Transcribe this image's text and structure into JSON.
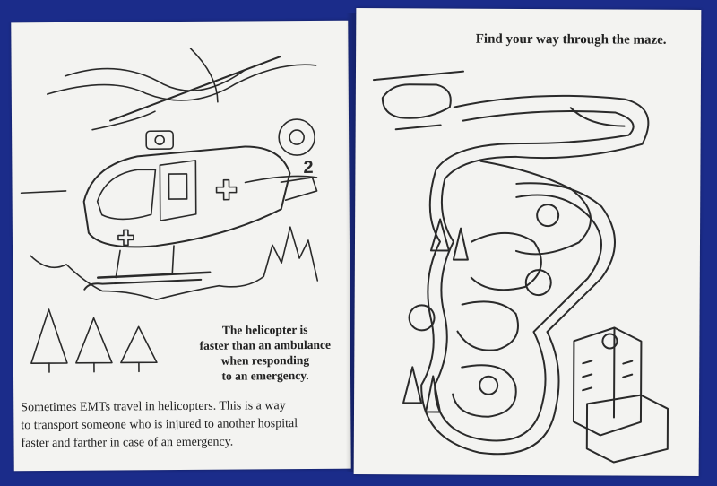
{
  "left_page": {
    "caption_lines": [
      "The helicopter is",
      "faster than an ambulance",
      "when responding",
      "to an emergency."
    ],
    "body_lines": [
      "Sometimes EMTs travel in helicopters. This is a way",
      "to transport someone who is injured to another hospital",
      "faster and farther in case of an emergency."
    ],
    "helicopter_number": "2"
  },
  "right_page": {
    "title": "Find your way through the maze."
  },
  "colors": {
    "background": "#1b2c8a",
    "paper": "#f3f3f1",
    "ink": "#222222"
  }
}
